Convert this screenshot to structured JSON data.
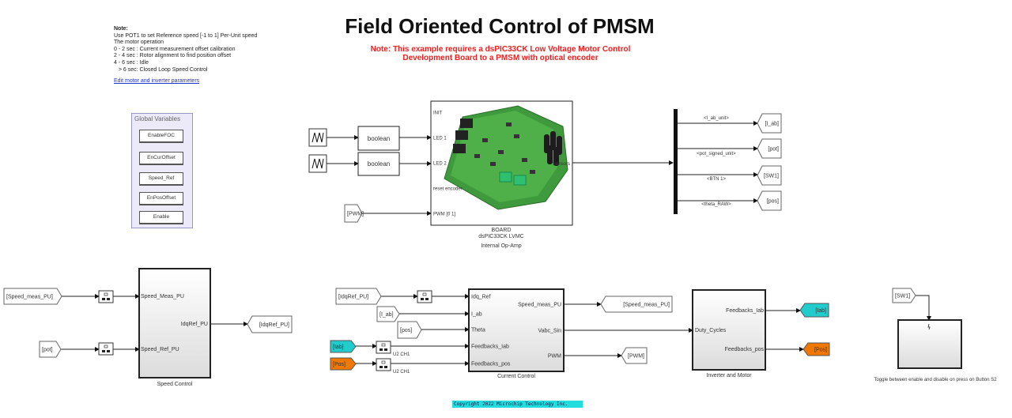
{
  "title": "Field Oriented Control of PMSM",
  "warning": [
    "Note: This example requires a dsPIC33CK Low Voltage Motor Control",
    "Development Board to a PMSM with optical encoder"
  ],
  "note": {
    "heading": "Note:",
    "lines": [
      "Use POT1 to set Reference speed [-1 to 1] Per-Unit speed",
      "",
      "The motor operation",
      "0 - 2 sec : Current measurement offset calibration",
      "2 - 4 sec : Rotor alignment to find position offset",
      "4 - 6 sec : Idle",
      "   > 6 sec: Closed Loop Speed Control"
    ],
    "link": "Edit motor and inverter parameters"
  },
  "global_variables": {
    "title": "Global Variables",
    "buttons": [
      "EnableFOC",
      "EnCurOffset",
      "Speed_Ref",
      "EnPosOffset",
      "Enable"
    ]
  },
  "board": {
    "inputs": [
      "INIT",
      "LED 1",
      "LED 2",
      "reset encoder",
      "PWM [0 1]"
    ],
    "output": "Sensors",
    "name": "BOARD",
    "subtitle": "dsPIC33CK LVMC",
    "mode": "Internal Op-Amp",
    "converters": [
      "boolean",
      "boolean"
    ],
    "pwm_from": "[PWM]"
  },
  "bus": {
    "signals": [
      "<I_ab_unit>",
      "<pot_signed_unit>",
      "<BTN 1>",
      "<theta_RAW>"
    ],
    "gotos": [
      "[I_ab]",
      "[pot]",
      "[SW1]",
      "[pos]"
    ]
  },
  "speed_control": {
    "name": "Speed Control",
    "inputs": [
      "Speed_Meas_PU",
      "Speed_Ref_PU"
    ],
    "output": "IdqRef_PU",
    "froms": [
      "[Speed_meas_PU]",
      "[pot]"
    ],
    "goto": "[IdqRef_PU]"
  },
  "current_control": {
    "name": "Current Control",
    "inputs": [
      "Idq_Ref",
      "I_ab",
      "Theta",
      "Feedbacks_Iab",
      "Feedbacks_pos"
    ],
    "outputs": [
      "Speed_meas_PU",
      "Vabc_Sin",
      "PWM"
    ],
    "froms": [
      "[IdqRef_PU]",
      "[I_ab]",
      "[pos]",
      "[Iab]",
      "[Pos]"
    ],
    "rate_labels": [
      "U2 CH1",
      "U2 CH1"
    ],
    "gotos": [
      "[Speed_meas_PU]",
      "[PWM]"
    ]
  },
  "inverter": {
    "name": "Inverter and Motor",
    "input": "Duty_Cycles",
    "outputs": [
      "Feedbacks_Iab",
      "Feedbacks_pos"
    ],
    "gotos": [
      "[Iab]",
      "[Pos]"
    ]
  },
  "toggle": {
    "from": "[SW1]",
    "caption": "Toggle between enable and disable on press on Button S2"
  },
  "copyright": "Copyright 2022 Microchip Technology Inc.",
  "colors": {
    "title_warning": "#f02020",
    "tag_cyan": "#22cccc",
    "tag_orange": "#f07800",
    "copyright_bg": "#22dddd",
    "global_panel": "#eceaf8"
  }
}
